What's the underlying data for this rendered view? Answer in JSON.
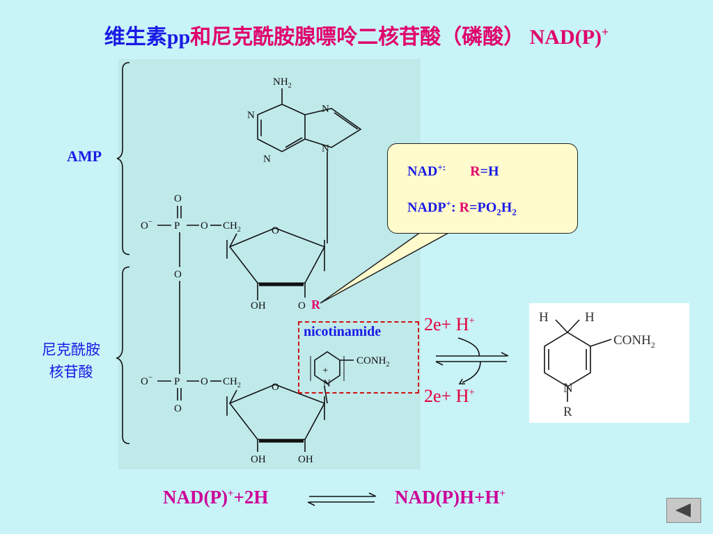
{
  "title": {
    "part1": "维生素",
    "part2": "pp",
    "part3": "和尼克酰胺腺嘌呤二核苷酸（磷酸）",
    "part4": "NAD(P)",
    "part4_sup": "+"
  },
  "labels": {
    "amp": "AMP",
    "nmn_line1": "尼克酰胺",
    "nmn_line2": "核苷酸",
    "r": "R",
    "nicotinamide": "nicotinamide"
  },
  "callout": {
    "nad_name": "NAD",
    "nad_sup": "+:",
    "nad_r": "R",
    "nad_val": "=H",
    "nadp_name": "NADP",
    "nadp_sup": "+",
    "nadp_colon": ":",
    "nadp_r": "R",
    "nadp_val_a": "=PO",
    "nadp_sub1": "2",
    "nadp_val_b": "H",
    "nadp_sub2": "2"
  },
  "reaction": {
    "upper": "2e+ H",
    "upper_sup": "+",
    "lower": "2e+ H",
    "lower_sup": "+"
  },
  "structure": {
    "nh2": "NH",
    "nh2_sub": "2",
    "n": "N",
    "o": "O",
    "p": "P",
    "o_minus": "O",
    "minus": "−",
    "ch2": "CH",
    "ch2_sub": "2",
    "oh": "OH",
    "conh2": "CONH",
    "conh2_sub": "2",
    "plus": "+",
    "h": "H",
    "r": "R"
  },
  "bottom_equation": {
    "left": "NAD(P)",
    "left_sup": "+",
    "left_tail": "+2H",
    "right": "NAD(P)H+H",
    "right_sup": "+"
  },
  "nav": {
    "icon": "triangle-left-icon"
  },
  "colors": {
    "background": "#c8f4f7",
    "panel": "#c0e9ea",
    "blue_text": "#1a1ae6",
    "magenta_text": "#e0006b",
    "callout_fill": "#fffbcc"
  }
}
